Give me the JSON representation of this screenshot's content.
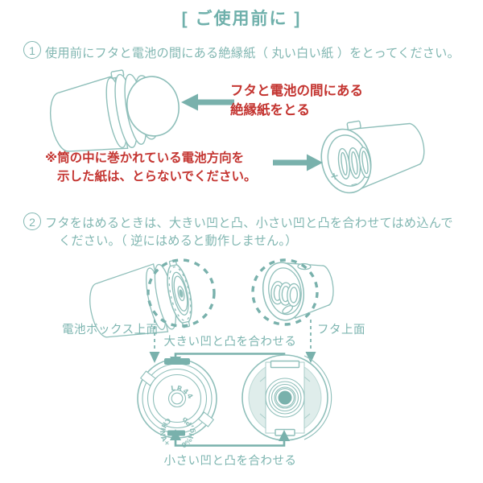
{
  "colors": {
    "teal_accent": "#79b1ac",
    "teal_text": "#82b7b2",
    "line_art": "#8fbfba",
    "red": "#c43531",
    "shade": "#dfedeb"
  },
  "header": {
    "title": "[ ご使用前に ]"
  },
  "step1": {
    "number": "1",
    "text": "使用前にフタと電池の間にある絶縁紙（ 丸い白い紙 ）をとってください。",
    "callout": {
      "line1": "フタと電池の間にある",
      "line2": "絶縁紙をとる"
    },
    "note": {
      "line1": "※筒の中に巻かれている電池方向を",
      "line2": "示した紙は、とらないでください。"
    },
    "battery_marks": {
      "plus": "+",
      "minus": "−"
    }
  },
  "step2": {
    "number": "2",
    "text_line1": "フタをはめるときは、大きい凹と凸、小さい凹と凸を合わせてはめ込んで",
    "text_line2": "ください。（ 逆にはめると動作しません。）",
    "labels": {
      "battery_box_top": "電池ボックス上面",
      "cap_top": "フタ上面",
      "align_large": "大きい凹と凸を合わせる",
      "align_small": "小さい凹と凸を合わせる"
    },
    "battery": {
      "model": "LR44",
      "marking_left": "0%Hg,Pb",
      "marking_right": "CHINA+"
    }
  }
}
